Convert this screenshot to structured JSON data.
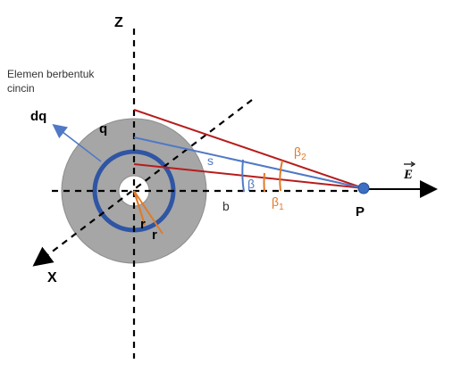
{
  "labels": {
    "axis_z": "Z",
    "axis_x": "X",
    "element_caption_line1": "Elemen berbentuk",
    "element_caption_line2": "cincin",
    "dq": "dq",
    "q": "q",
    "s": "s",
    "b": "b",
    "P": "P",
    "E": "E",
    "beta": "β",
    "beta1": "β",
    "beta1_sub": "1",
    "beta2": "β",
    "beta2_sub": "2",
    "r_inner": "r",
    "r_outer": "r"
  },
  "colors": {
    "disk_fill": "#a6a6a6",
    "ring": "#2f55a4",
    "line_red": "#b71c1c",
    "line_blue": "#4f79c6",
    "accent_orange": "#e07b2a",
    "point_p": "#3a6fc2"
  }
}
